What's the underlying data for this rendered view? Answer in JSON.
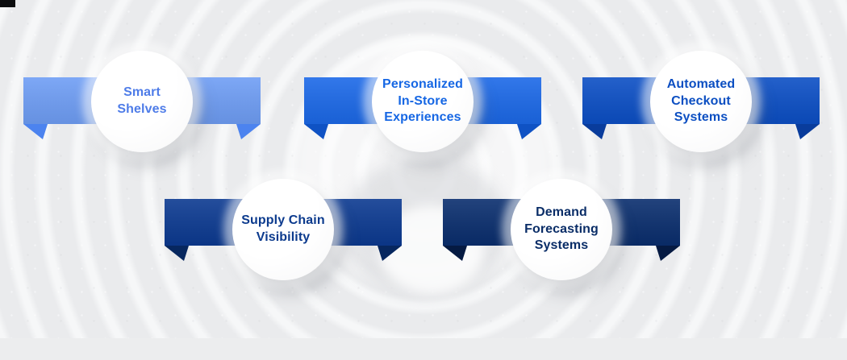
{
  "background": {
    "base_color": "#ecedee",
    "ring_color": "#f6f7f8",
    "corner_artifact_color": "#0b0c0e"
  },
  "items": [
    {
      "id": "smart-shelves",
      "label": "Smart Shelves",
      "colors": {
        "ribbon": "#6f9ef5",
        "tail": "#4c83ef",
        "text": "#4e7ce8"
      }
    },
    {
      "id": "personalized-in-store-experiences",
      "label": "Personalized In-Store Experiences",
      "colors": {
        "ribbon": "#1c69e8",
        "tail": "#0f52c4",
        "text": "#1667e4"
      }
    },
    {
      "id": "automated-checkout-systems",
      "label": "Automated Checkout Systems",
      "colors": {
        "ribbon": "#0c4fc5",
        "tail": "#093c9c",
        "text": "#0c4fc2"
      }
    },
    {
      "id": "supply-chain-visibility",
      "label": "Supply Chain Visibility",
      "colors": {
        "ribbon": "#0c3a91",
        "tail": "#07275f",
        "text": "#0b3a8d"
      }
    },
    {
      "id": "demand-forecasting-systems",
      "label": "Demand Forecasting Systems",
      "colors": {
        "ribbon": "#0a2e6e",
        "tail": "#051a42",
        "text": "#0a2d67"
      }
    }
  ]
}
